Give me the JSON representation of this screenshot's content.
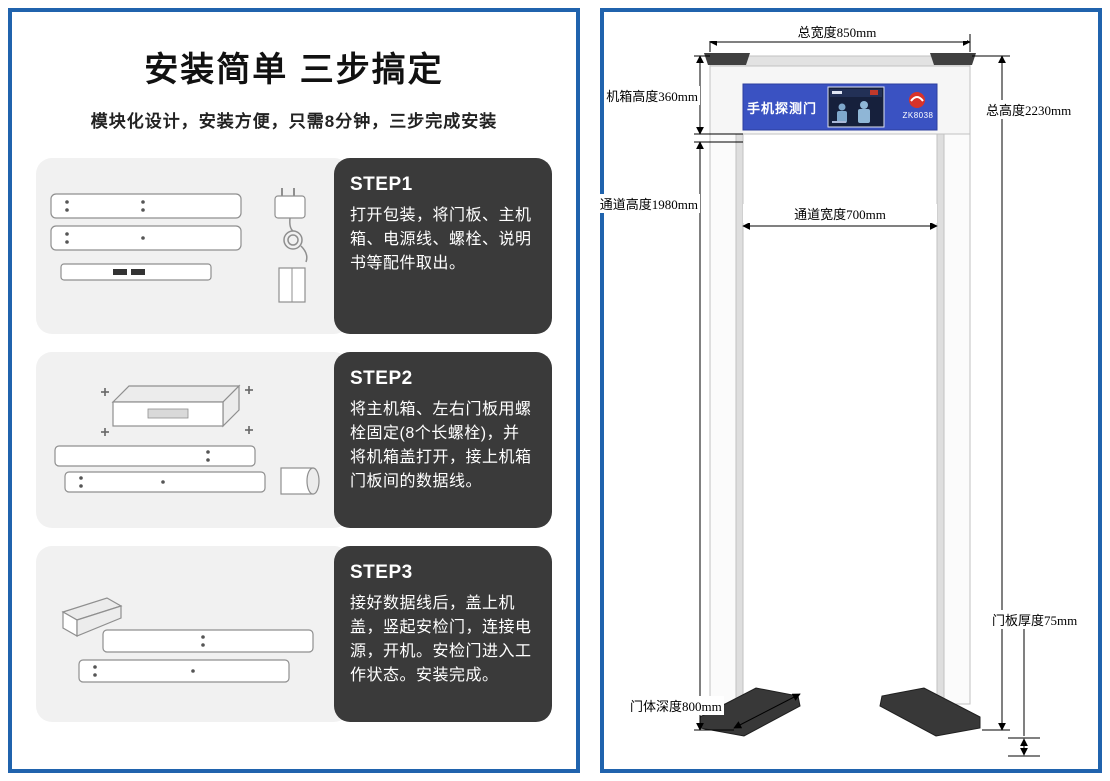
{
  "left_panel": {
    "title": "安装简单 三步搞定",
    "subtitle": "模块化设计，安装方便，只需8分钟，三步完成安装",
    "steps": [
      {
        "label": "STEP1",
        "text": "打开包装，将门板、主机箱、电源线、螺栓、说明书等配件取出。"
      },
      {
        "label": "STEP2",
        "text": "将主机箱、左右门板用螺栓固定(8个长螺栓)，并将机箱盖打开，接上机箱门板间的数据线。"
      },
      {
        "label": "STEP3",
        "text": "接好数据线后，盖上机盖，竖起安检门，连接电源，开机。安检门进入工作状态。安装完成。"
      }
    ]
  },
  "right_panel": {
    "device": {
      "screen_title": "手机探测门",
      "logo_model": "ZK8038"
    },
    "dimensions": {
      "total_width": "总宽度850mm",
      "cabinet_height": "机箱高度360mm",
      "total_height": "总高度2230mm",
      "channel_height": "通道高度1980mm",
      "channel_width": "通道宽度700mm",
      "panel_thickness": "门板厚度75mm",
      "body_depth": "门体深度800mm"
    }
  },
  "colors": {
    "border_blue": "#2063ad",
    "step_card_dark": "#3a3a3a",
    "display_blue": "#3a52c2",
    "logo_red": "#d8332a"
  }
}
